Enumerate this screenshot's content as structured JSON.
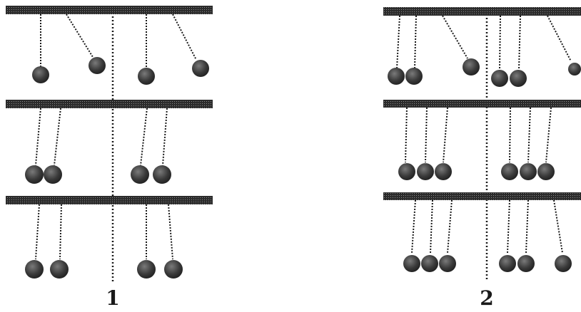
{
  "colors": {
    "ink": "#1a1a1a",
    "bar": "#2b2b2b",
    "ball": "#3a3a3a",
    "paper": "#ffffff"
  },
  "figures": [
    {
      "label": "1",
      "rows": [
        {
          "left_group": [
            "hanging",
            "deflected"
          ],
          "right_group": [
            "hanging",
            "deflected"
          ]
        },
        {
          "left_group": [
            "touching",
            "touching"
          ],
          "right_group": [
            "touching",
            "touching"
          ]
        },
        {
          "left_group": [
            "hanging",
            "hanging"
          ],
          "right_group": [
            "hanging",
            "hanging"
          ]
        }
      ]
    },
    {
      "label": "2",
      "rows": [
        {
          "left_group": [
            "touching",
            "touching",
            "deflected"
          ],
          "right_group": [
            "touching",
            "touching",
            "deflected"
          ]
        },
        {
          "left_group": [
            "touching",
            "touching",
            "touching"
          ],
          "right_group": [
            "touching",
            "touching",
            "touching"
          ]
        },
        {
          "left_group": [
            "touching",
            "touching",
            "touching"
          ],
          "right_group": [
            "touching",
            "touching",
            "apart"
          ]
        }
      ]
    }
  ]
}
